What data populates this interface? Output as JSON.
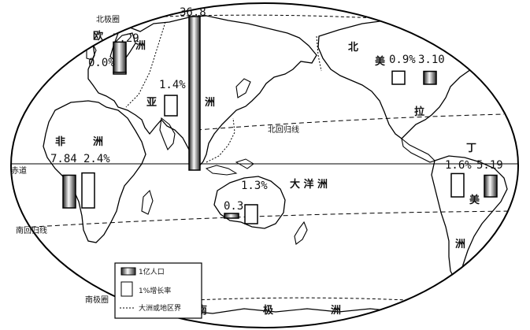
{
  "map": {
    "continents": {
      "europe": [
        "欧",
        "洲"
      ],
      "asia": [
        "亚",
        "洲"
      ],
      "africa": [
        "非",
        "洲"
      ],
      "north_america": [
        "北",
        "美"
      ],
      "latin_america": [
        "拉",
        "丁",
        "美",
        "洲"
      ],
      "oceania": "大 洋 洲",
      "antarctica": [
        "南",
        "极",
        "洲"
      ]
    },
    "lines": {
      "arctic_circle": "北极圈",
      "tropic_cancer": "北回归线",
      "equator": "赤道",
      "tropic_capricorn": "南回归线",
      "antarctic_circle": "南极圈"
    },
    "regions": [
      {
        "key": "europe",
        "population": "7.29",
        "growth": "0.0%",
        "population_value": 7.29,
        "growth_value": 0.0
      },
      {
        "key": "asia",
        "population": "36.8",
        "growth": "1.4%",
        "population_value": 36.8,
        "growth_value": 1.4
      },
      {
        "key": "africa",
        "population": "7.84",
        "growth": "2.4%",
        "population_value": 7.84,
        "growth_value": 2.4
      },
      {
        "key": "north_america",
        "population": "3.10",
        "growth": "0.9%",
        "population_value": 3.1,
        "growth_value": 0.9
      },
      {
        "key": "latin_america",
        "population": "5.19",
        "growth": "1.6%",
        "population_value": 5.19,
        "growth_value": 1.6
      },
      {
        "key": "oceania",
        "population": "0.3",
        "growth": "1.3%",
        "population_value": 0.3,
        "growth_value": 1.3
      }
    ],
    "legend": {
      "population": "1亿人口",
      "growth": "1%增长率",
      "boundary": "大洲或地区界"
    }
  }
}
